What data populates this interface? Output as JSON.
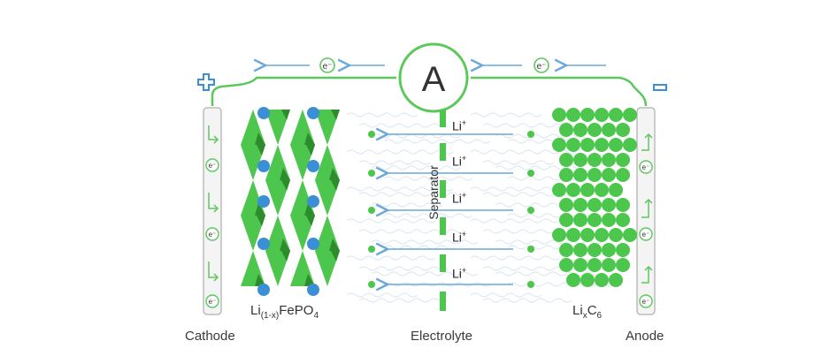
{
  "ammeter": {
    "symbol": "A"
  },
  "terminals": {
    "positive": "+",
    "negative": "−"
  },
  "electron_symbol": "e⁻",
  "li_ion": {
    "base": "Li",
    "charge": "+"
  },
  "separator_label": "Separator",
  "labels": {
    "cathode": "Cathode",
    "electrolyte": "Electrolyte",
    "anode": "Anode"
  },
  "cathode_formula": {
    "li": "Li",
    "sub": "(1-x)",
    "rest": "FePO",
    "sub2": "4"
  },
  "anode_formula": {
    "li": "Li",
    "sub": "x",
    "c": "C",
    "sub2": "6"
  },
  "colors": {
    "green": "#4cc64c",
    "dark_green": "#2e8b2e",
    "blue": "#3b8fd4",
    "arrow_blue": "#6aa8dc",
    "wire_green": "#5cc85c"
  }
}
